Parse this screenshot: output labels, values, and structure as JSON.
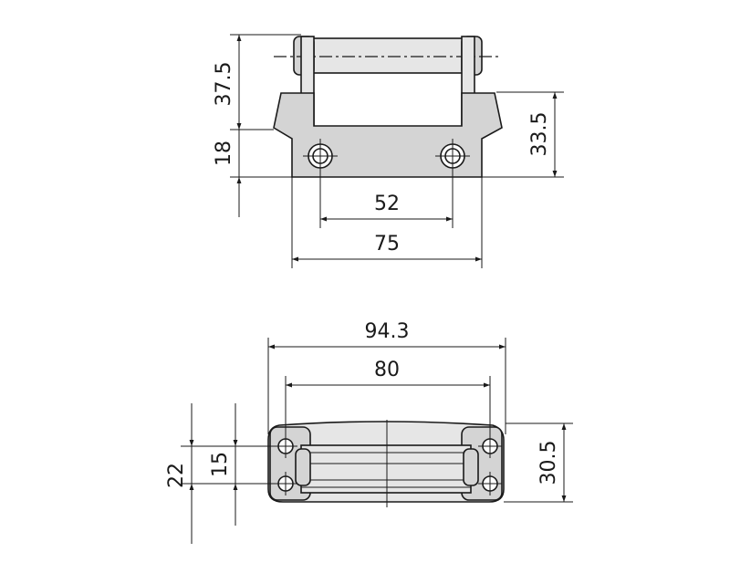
{
  "drawing": {
    "front_view": {
      "dimensions": {
        "overall_height_upper": "37.5",
        "base_height": "18",
        "side_height": "33.5",
        "hole_spacing": "52",
        "base_width": "75"
      }
    },
    "top_view": {
      "dimensions": {
        "overall_length": "94.3",
        "hole_pitch": "80",
        "overall_depth": "30.5",
        "outer_depth": "22",
        "hole_vertical_spacing": "15"
      }
    },
    "colors": {
      "line": "#1a1a1a",
      "part_fill": "#d4d4d4",
      "part_fill_light": "#e6e6e6",
      "background": "#ffffff"
    }
  }
}
